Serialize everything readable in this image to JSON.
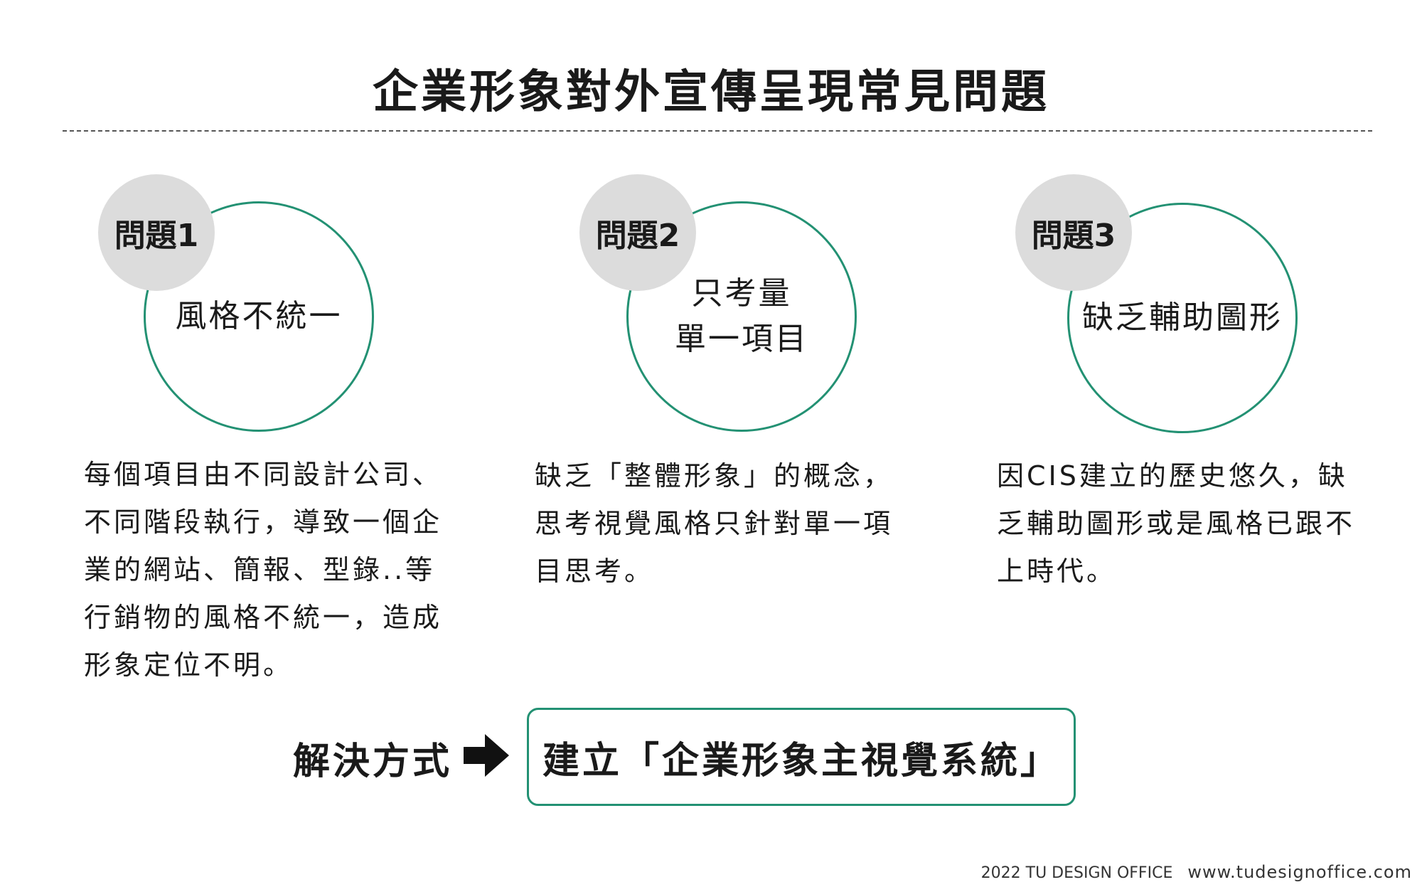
{
  "title": "企業形象對外宣傳呈現常見問題",
  "problems": [
    {
      "badge": "問題1",
      "circle_lines": [
        "風格不統一"
      ],
      "description": "每個項目由不同設計公司、\n不同階段執行，導致一個企\n業的網站、簡報、型錄..等\n行銷物的風格不統一，造成\n形象定位不明。"
    },
    {
      "badge": "問題2",
      "circle_lines": [
        "只考量",
        "單一項目"
      ],
      "description": "缺乏「整體形象」的概念，\n思考視覺風格只針對單一項\n目思考。"
    },
    {
      "badge": "問題3",
      "circle_lines": [
        "缺乏輔助圖形"
      ],
      "description": "因CIS建立的歷史悠久，缺\n乏輔助圖形或是風格已跟不\n上時代。"
    }
  ],
  "solution": {
    "label": "解決方式",
    "arrow_icon": "right-arrow-icon",
    "text": "建立「企業形象主視覺系統」"
  },
  "footer": {
    "year_text": "2022 TU DESIGN OFFICE",
    "website": "www.tudesignoffice.com"
  },
  "colors": {
    "accent_green": "#239173",
    "badge_gray": "#dcdcdc",
    "text": "#1a1a1a"
  }
}
